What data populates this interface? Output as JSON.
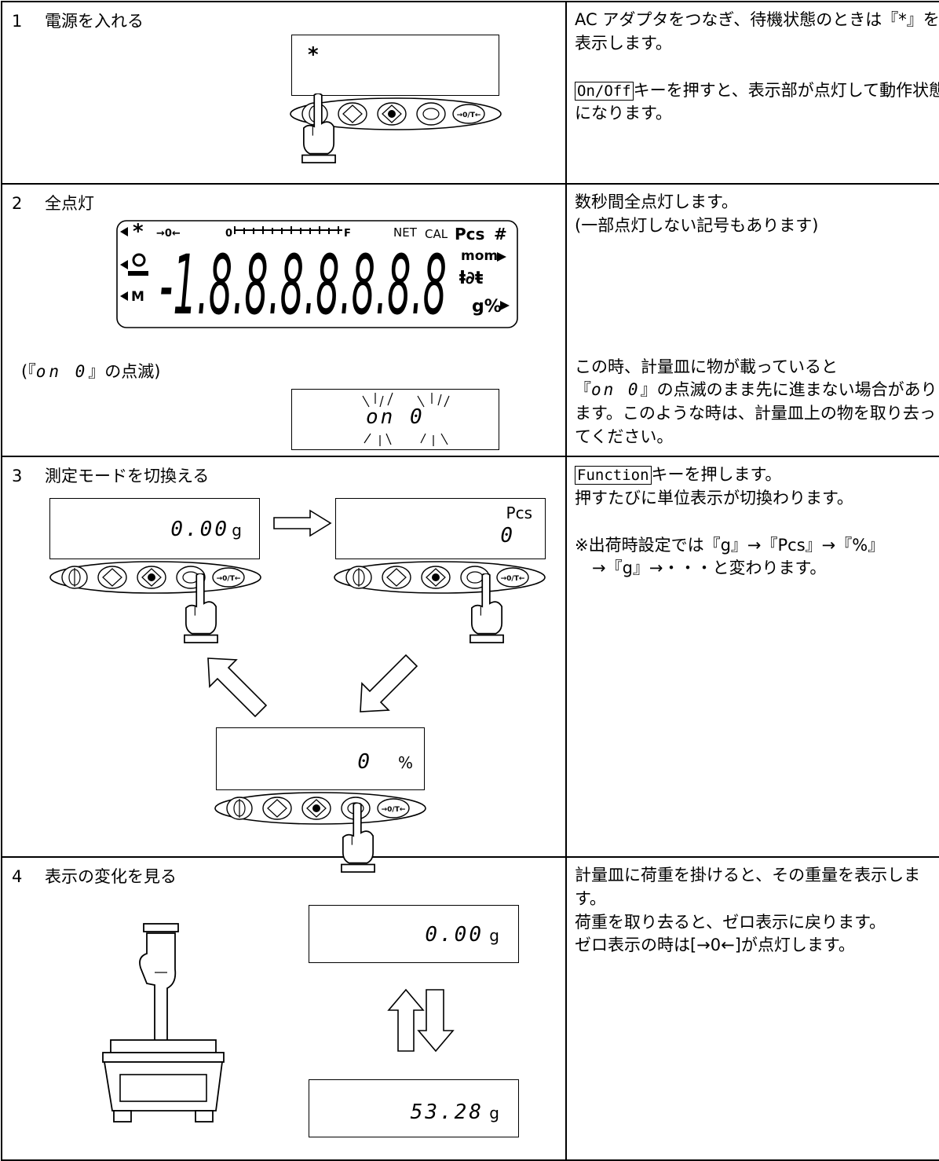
{
  "steps": [
    {
      "number": "1",
      "title": "電源を入れる",
      "display": {
        "symbol": "*"
      },
      "desc": {
        "p1": "AC アダプタをつなぎ、待機状態のときは『*』を表示します。",
        "key": "On/Off",
        "p2_rest": "キーを押すと、表示部が点灯して動作状態になります。"
      }
    },
    {
      "number": "2",
      "title": "全点灯",
      "full_display": {
        "bar": "0",
        "bar_end": "F",
        "net": "NET",
        "cal": "CAL",
        "pcs": "Pcs",
        "hash": "#",
        "mom": "mom",
        "m_label": "M",
        "g_pct": "g%",
        "digits": "-1.8.8.8.8.8.8.8"
      },
      "blink_note_open": "(『",
      "blink_text": "on  0",
      "blink_note_close": "』の点滅)",
      "blink_display": "on  0",
      "desc": {
        "p1": "数秒間全点灯します。",
        "p2": "(一部点灯しない記号もあります)",
        "p3_a": "この時、計量皿に物が載っていると",
        "p3_open": "『",
        "p3_seg": "on  0",
        "p3_b": "』の点滅のまま先に進まない場合があります。このような時は、計量皿上の物を取り去ってください。"
      }
    },
    {
      "number": "3",
      "title": "測定モードを切換える",
      "displays": [
        {
          "value": "0.00",
          "unit": "g"
        },
        {
          "value": "0",
          "unit": "Pcs"
        },
        {
          "value": "0",
          "unit": "%"
        }
      ],
      "desc": {
        "key": "Function",
        "p1_rest": "キーを押します。",
        "p2": "押すたびに単位表示が切換わります。",
        "p3": "※出荷時設定では『g』→『Pcs』→『%』",
        "p4": "→『g』→・・・と変わります。"
      }
    },
    {
      "number": "4",
      "title": "表示の変化を見る",
      "displays": [
        {
          "value": "0.00",
          "unit": "g"
        },
        {
          "value": "53.28",
          "unit": "g"
        }
      ],
      "desc": {
        "p1": "計量皿に荷重を掛けると、その重量を表示します。",
        "p2": "荷重を取り去ると、ゼロ表示に戻ります。",
        "p3": "ゼロ表示の時は[→0←]が点灯します。"
      }
    }
  ],
  "keypad": {
    "tare_label": "→0/T←"
  }
}
